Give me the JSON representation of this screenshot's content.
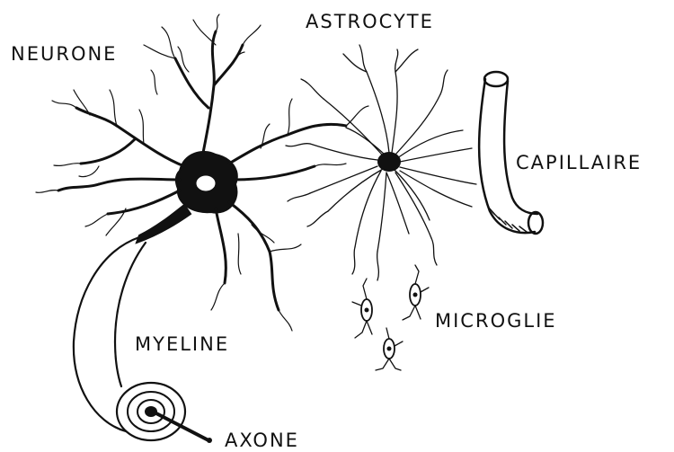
{
  "labels": {
    "neurone": "NEURONE",
    "astrocyte": "ASTROCYTE",
    "capillaire": "CAPILLAIRE",
    "microglie": "MICROGLIE",
    "myeline": "MYELINE",
    "axone": "AXONE"
  },
  "ink_color": "#111111",
  "background": "#ffffff"
}
